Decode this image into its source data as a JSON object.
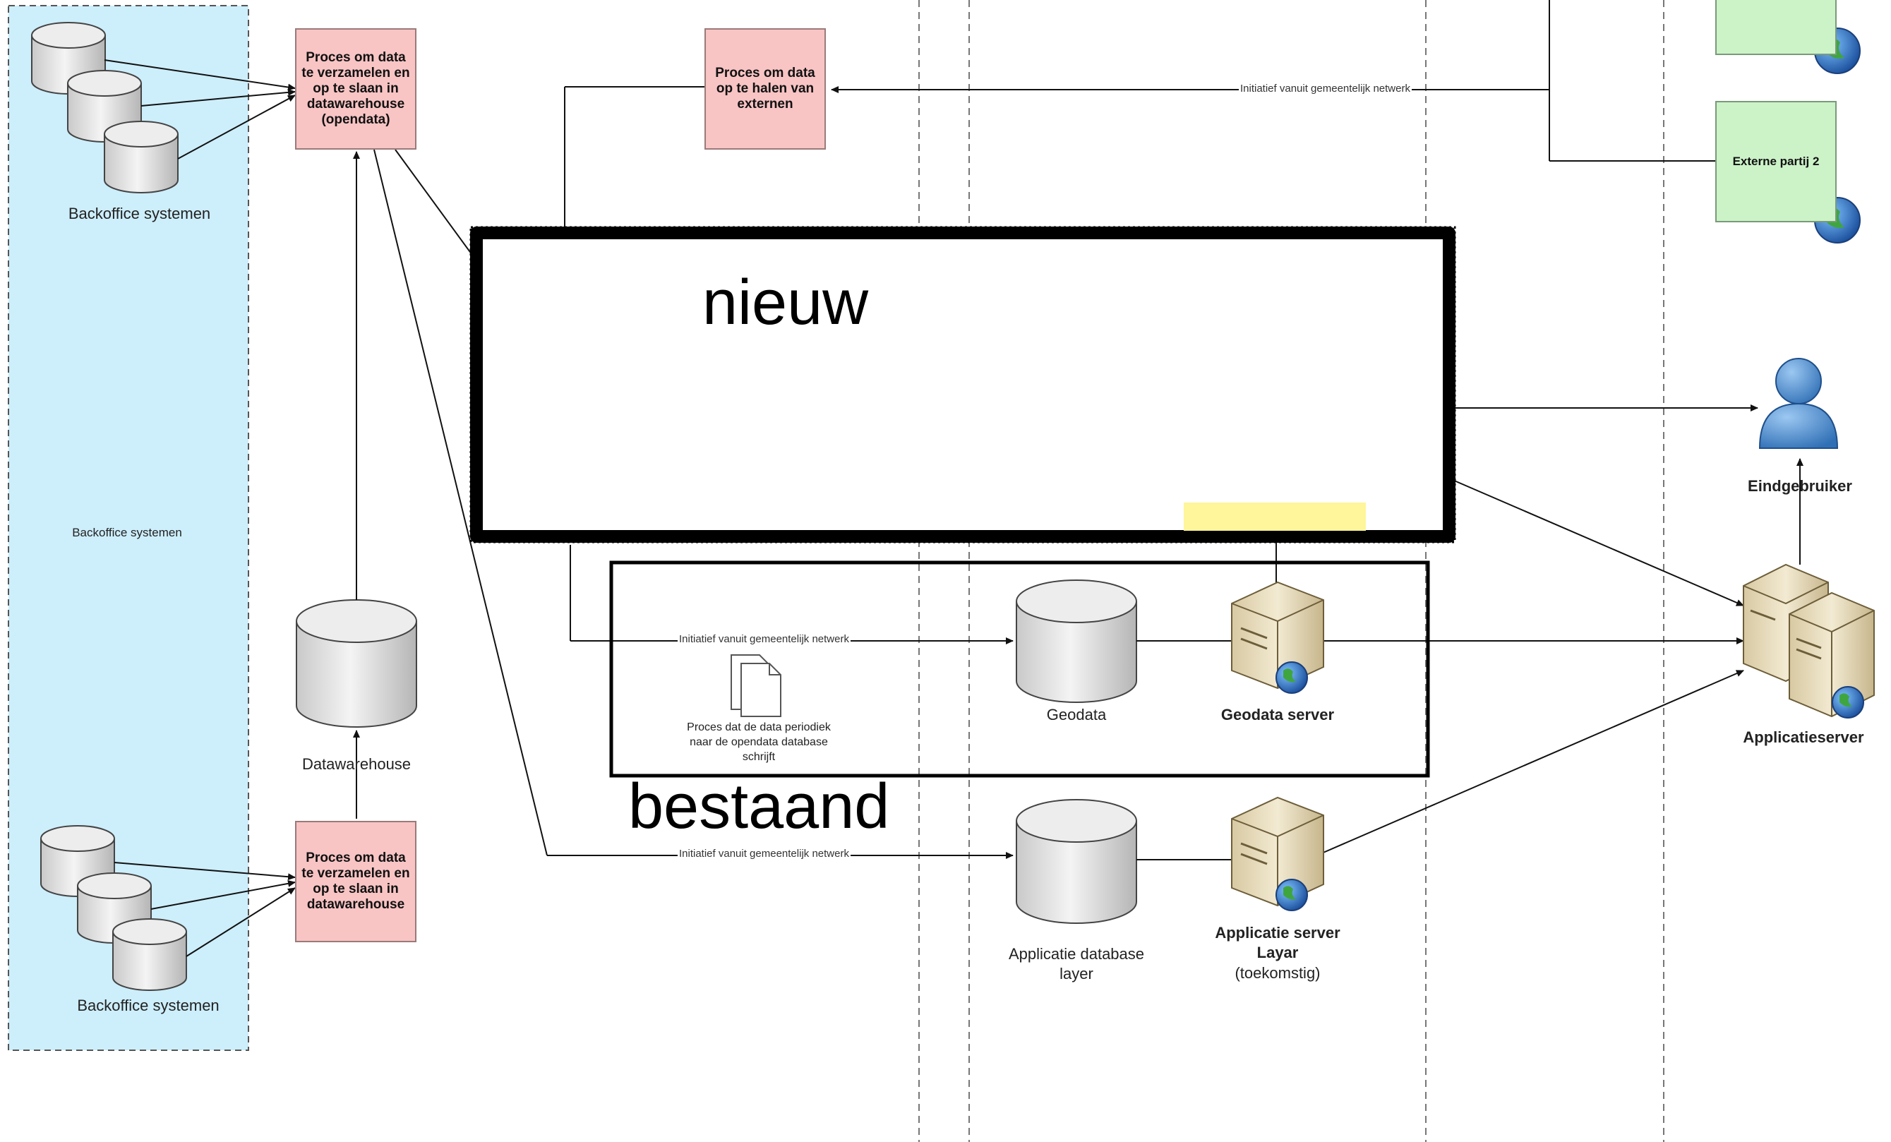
{
  "backoffice_zone": {
    "label": "Backoffice systemen"
  },
  "backoffice_top": {
    "label": "Backoffice systemen"
  },
  "backoffice_bottom": {
    "label": "Backoffice systemen"
  },
  "process_top": {
    "label": "Proces om data te verzamelen en op te slaan in datawarehouse (opendata)"
  },
  "process_bottom": {
    "label": "Proces om data te verzamelen en op te slaan in datawarehouse"
  },
  "process_external": {
    "label": "Proces om data op te halen van externen"
  },
  "datawarehouse": {
    "label": "Datawarehouse"
  },
  "external_partner_2": {
    "label": "Externe partij 2"
  },
  "edge_labels": {
    "initiative_external": "Initiatief vanuit gemeentelijk netwerk",
    "initiative_geodata": "Initiatief vanuit gemeentelijk netwerk",
    "initiative_appdb": "Initiatief vanuit gemeentelijk netwerk"
  },
  "overlay_new": {
    "label": "nieuw"
  },
  "overlay_existing": {
    "label": "bestaand"
  },
  "document_process": {
    "label": "Proces dat de data periodiek naar de opendata database schrijft"
  },
  "geodata": {
    "label": "Geodata"
  },
  "geodata_server": {
    "label": "Geodata server"
  },
  "app_db_layer": {
    "label": "Applicatie database layer"
  },
  "app_server_layar": {
    "title": "Applicatie server Layar",
    "note": "(toekomstig)"
  },
  "end_user": {
    "label": "Eindgebruiker"
  },
  "application_server": {
    "label": "Applicatieserver"
  },
  "colors": {
    "backoffice_zone": "#cdeefb",
    "process_box": "#f8c4c4",
    "partner_box": "#ccf2c8",
    "highlight": "#fff59a",
    "user": "#4a86c8"
  }
}
